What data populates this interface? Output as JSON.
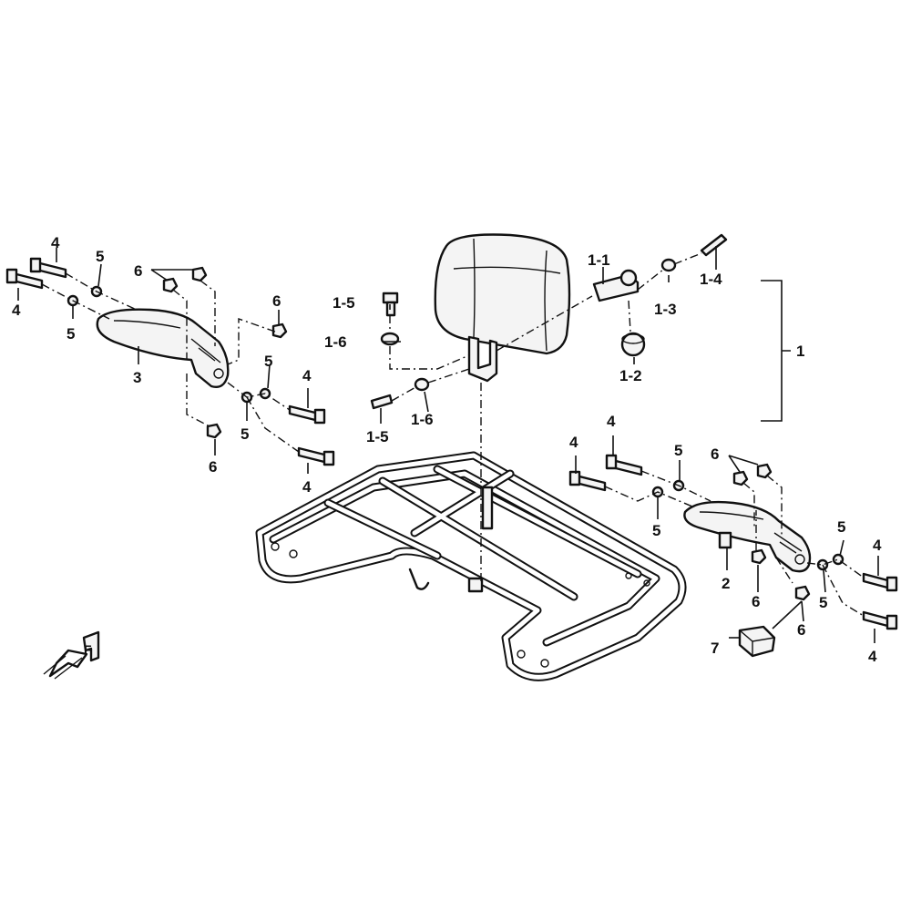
{
  "callouts": {
    "c1": "1",
    "c1_1": "1-1",
    "c1_2": "1-2",
    "c1_3": "1-3",
    "c1_4": "1-4",
    "c1_5a": "1-5",
    "c1_5b": "1-5",
    "c1_6a": "1-6",
    "c1_6b": "1-6",
    "c2": "2",
    "c3": "3",
    "c4a": "4",
    "c4b": "4",
    "c4c": "4",
    "c4d": "4",
    "c4e": "4",
    "c4f": "4",
    "c4g": "4",
    "c4h": "4",
    "c5a": "5",
    "c5b": "5",
    "c5c": "5",
    "c5d": "5",
    "c5e": "5",
    "c5f": "5",
    "c5g": "5",
    "c5h": "5",
    "c6a": "6",
    "c6b": "6",
    "c6c": "6",
    "c6d": "6",
    "c6e": "6",
    "c6f": "6",
    "c7": "7"
  },
  "direction_marker": "F",
  "colors": {
    "line": "#111111",
    "background": "#ffffff"
  }
}
